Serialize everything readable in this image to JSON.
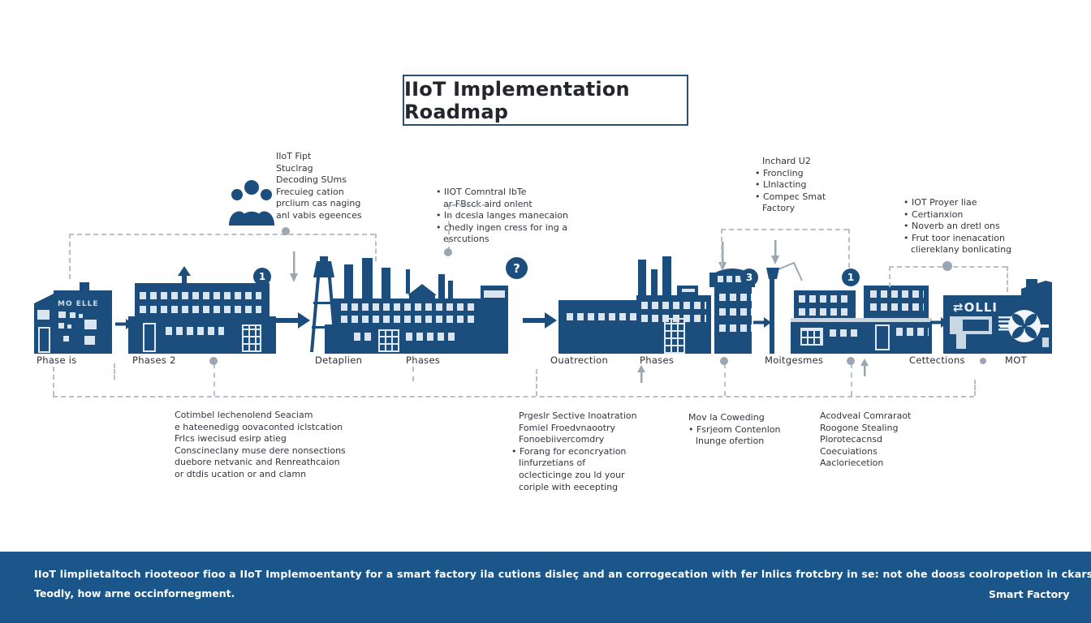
{
  "title": "IIoT Implementation Roadmap",
  "annos": {
    "top1": {
      "lines": [
        "IIoT Fipt",
        "Stuclrag",
        "Decoding SUms",
        "Frecuieg cation",
        "prclium cas naging",
        "anl vabis egeences"
      ]
    },
    "top2": {
      "lines": [
        "• IIOT Comntral IbTe",
        "ar FBsck aird onlent",
        "• In dcesla langes manecaion",
        "• chedly ingen cress for ing a",
        "esrcutions"
      ]
    },
    "top3": {
      "lines": [
        "Inchard U2",
        "• Froncling",
        "• LInlacting",
        "• Compec Smat",
        "Factory"
      ]
    },
    "top4": {
      "lines": [
        "• IOT Proyer liae",
        "• Certianxion",
        "• Noverb an dretl ons",
        "• Frut toor inenacation",
        "cliereklany bonlicating"
      ]
    },
    "bottom1": {
      "lines": [
        "Cotimbel lechenolend Seaciam",
        "e hateenedigg oovaconted iclstcation",
        "Frlcs iwecisud esirp atieg",
        "Conscineclany muse dere nonsections",
        "duebore netvanic and Renreathcaion",
        "or dtdis ucation or and clamn"
      ]
    },
    "bottom2": {
      "lines": [
        "Prgeslr Sective Inoatration",
        "Fomiel Froedvnaootry",
        "Fonoebiivercomdry",
        "• Forang for econcryation",
        "Iinfurzetians of",
        "oclecticinge zou ld your",
        "coriple with eecepting"
      ]
    },
    "bottom3": {
      "lines": [
        "Mov la Coweding",
        "• Fsrjeom Contenlon",
        "lnunge ofertion"
      ]
    },
    "bottom4": {
      "lines": [
        "Acodveal Comraraot",
        "Roogone Stealing",
        "Plorotecacnsd",
        "Coecuiations",
        "Aacloriecetion"
      ]
    }
  },
  "phases": [
    "Phase is",
    "Phases 2",
    "Detaplien",
    "Phases",
    "Ouatrection",
    "Phases",
    "Moitgesmes",
    "Cettections",
    "MOT"
  ],
  "badges": {
    "b1": "1",
    "b2": "?",
    "b3": "3",
    "b4": "1"
  },
  "buildings": {
    "label_a": "MO ELLE",
    "label_f": "⇄OLLI"
  },
  "banner": {
    "line1": "IIoT limplietaltoch riooteoor fioo a IIoT Implemoentanty for a smart factory ila cutions disleç and an corrogecation with fer lnlics frotcbry in se: not ohe dooss coolropetion in ckarsi.",
    "line2": "Teodly, how arne occinfornegment.",
    "brand": "Smart Factory"
  },
  "colors": {
    "navy": "#1b4e7d",
    "window": "#d9e5f0",
    "banner": "#1a568a",
    "dash": "#b9c0c8",
    "node": "#9aa6b0"
  }
}
